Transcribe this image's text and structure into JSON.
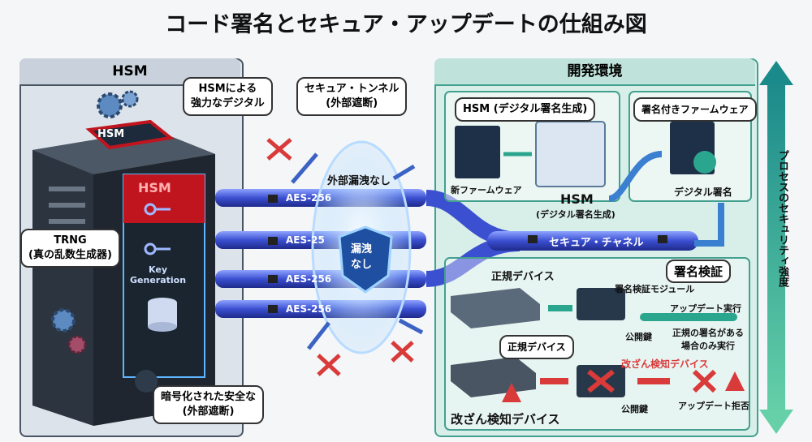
{
  "title": "コード署名とセキュア・アップデートの仕組み図",
  "left_panel": {
    "header": "HSM",
    "device_top_label": "HSM",
    "device_label": "HSM",
    "key_generation": "Key\nGeneration",
    "trng_callout": "TRNG\n(真の乱数生成器)",
    "strong_signature_callout": "HSMによる\n強力なデジタル",
    "encrypted_callout": "暗号化された安全な\n(外部遮断)"
  },
  "tunnel": {
    "callout": "セキュア・トンネル\n(外部遮断)",
    "no_leak_top": "外部漏洩なし",
    "shield_text": "漏洩\nなし",
    "pipes": [
      "AES-256",
      "AES-25",
      "AES-256",
      "AES-256"
    ]
  },
  "right_panel": {
    "header": "開発環境",
    "hsm_signing_box": "HSM (デジタル署名生成)",
    "signed_firmware_box": "署名付きファームウェア",
    "new_firmware": "新ファームウェア",
    "hsm_center": "HSM",
    "hsm_center_sub": "(デジタル署名生成)",
    "digital_signature": "デジタル署名",
    "secure_channel": "セキュア・チャネル",
    "signature_verification": "署名検証",
    "legit_device_1": "正規デバイス",
    "verify_module": "署名検証モジュール",
    "update_run": "アップデート実行",
    "public_key_1": "公開鍵",
    "legit_condition": "正規の署名がある\n場合のみ実行",
    "legit_device_2": "正規デバイス",
    "tamper_label": "改ざん検知デバイス",
    "public_key_2": "公開鍵",
    "update_reject": "アップデート拒否",
    "tamper_bottom": "改ざん検知デバイス"
  },
  "side_axis": "プロセスのセキュリティ強度",
  "colors": {
    "accent_teal": "#2aa58e",
    "pipe_blue": "#3b4fd1",
    "danger_red": "#d93a3a",
    "hsm_red": "#c0151f"
  }
}
